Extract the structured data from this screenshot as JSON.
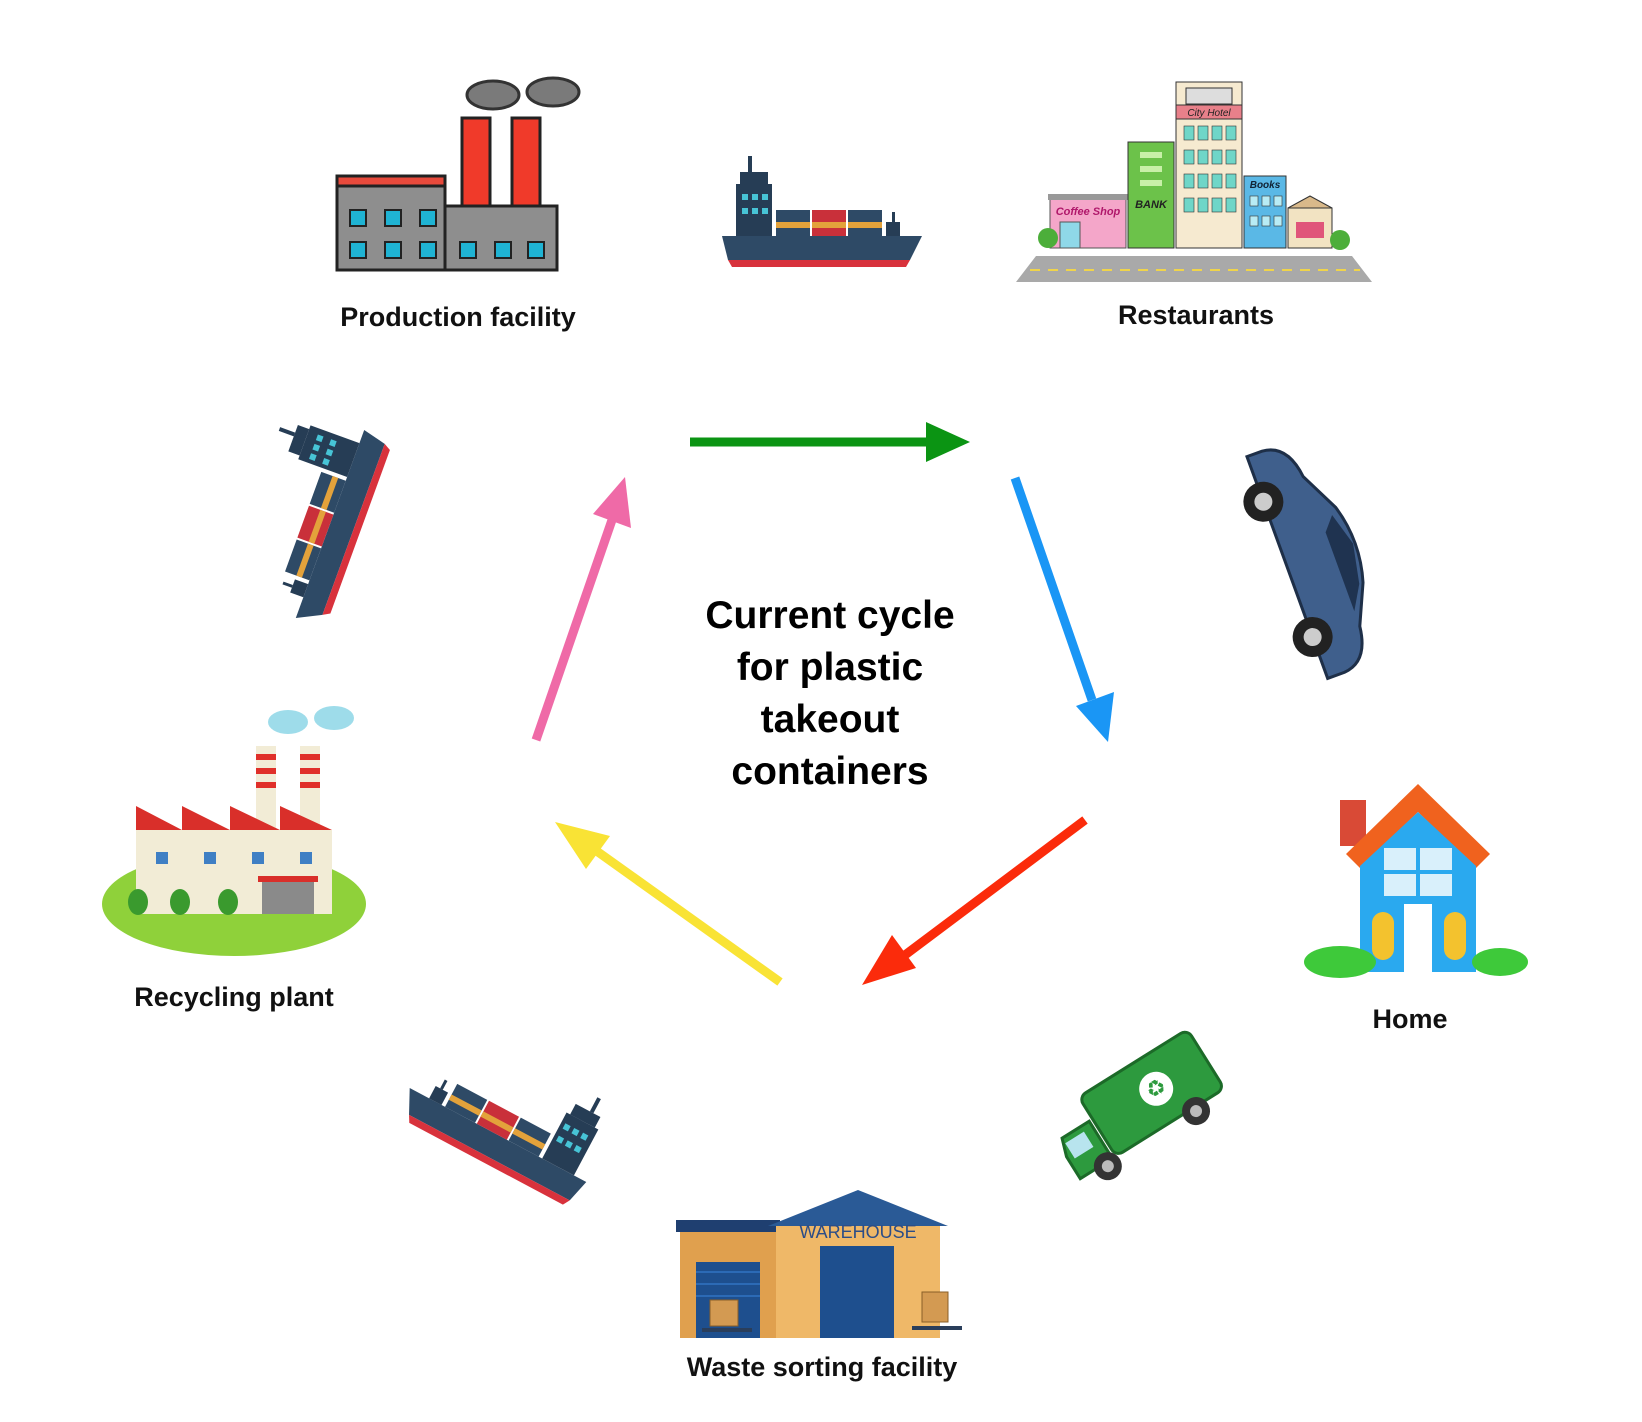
{
  "title_lines": [
    "Current cycle",
    "for plastic",
    "takeout",
    "containers"
  ],
  "nodes": {
    "production": "Production facility",
    "restaurants": "Restaurants",
    "home": "Home",
    "waste_sorting": "Waste sorting facility",
    "recycling": "Recycling plant"
  },
  "icons": {
    "production": "factory-icon",
    "restaurants": "city-buildings-icon",
    "home": "house-icon",
    "waste_sorting": "warehouse-icon",
    "recycling": "recycling-plant-icon",
    "ship": "cargo-ship-icon",
    "car": "car-icon",
    "truck": "garbage-truck-icon"
  },
  "warehouse_sign": "WAREHOUSE",
  "store_signs": {
    "hotel": "City  Hotel",
    "coffee": "Coffee Shop",
    "bank": "BANK",
    "books": "Books"
  },
  "arrow_colors": {
    "production_to_restaurants": "#0b9413",
    "restaurants_to_home": "#1a96f5",
    "home_to_waste": "#fb2b0b",
    "waste_to_recycling": "#f9e335",
    "recycling_to_production": "#ef6aa7"
  }
}
